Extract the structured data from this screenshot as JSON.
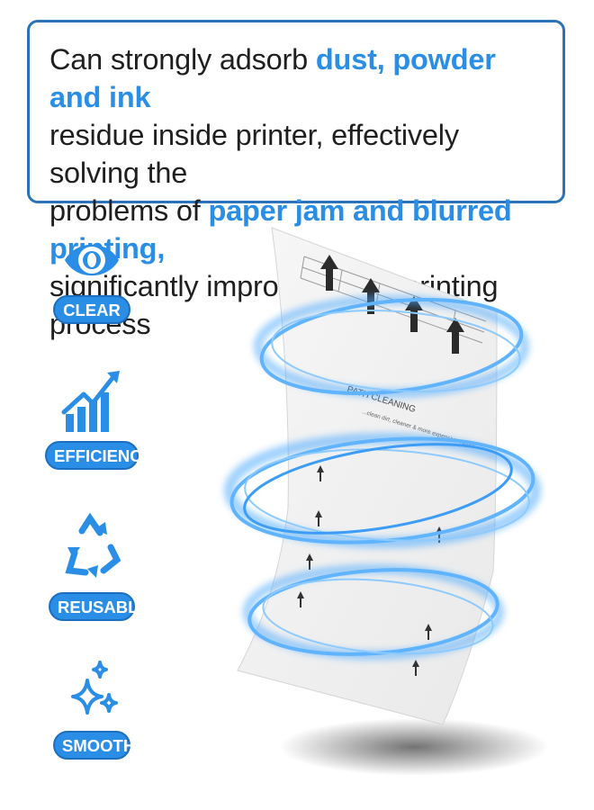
{
  "headline": {
    "line1_prefix": "Can strongly adsorb ",
    "line1_highlight": "dust, powder and ink",
    "line2": "residue inside printer, effectively solving the",
    "line3_prefix": "problems of ",
    "line3_highlight": "paper jam and blurred printing,",
    "line4": "significantly improving your printing process"
  },
  "features": [
    {
      "icon": "eye-icon",
      "label": "CLEAR"
    },
    {
      "icon": "growth-chart-icon",
      "label": "EFFICIENCY"
    },
    {
      "icon": "recycle-icon",
      "label": "REUSABLE"
    },
    {
      "icon": "sparkle-icon",
      "label": "SMOOTH"
    }
  ],
  "sheet": {
    "heading": "PATH CLEANING",
    "subtext": "...clean dirt, cleaner & more expensive output"
  },
  "colors": {
    "border": "#2a73b9",
    "accent": "#2a8ee6",
    "swirl": "#4aa8ff"
  }
}
